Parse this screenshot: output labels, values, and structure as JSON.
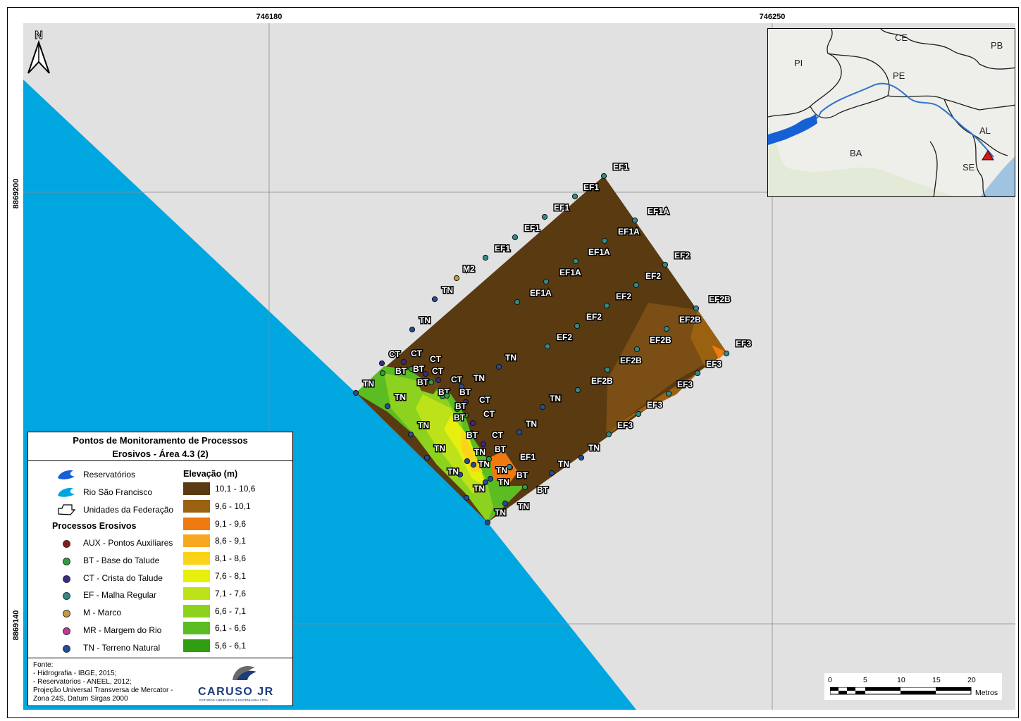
{
  "map": {
    "grid": {
      "x_labels": [
        "746180",
        "746250"
      ],
      "y_labels": [
        "8869200",
        "8869140"
      ]
    },
    "north_label": "N",
    "point_labels": {
      "EF1": "EF1",
      "EF1A": "EF1A",
      "EF2": "EF2",
      "EF2B": "EF2B",
      "EF3": "EF3",
      "TN": "TN",
      "CT": "CT",
      "BT": "BT",
      "M2": "M2"
    },
    "colors": {
      "river": "#00a6e0",
      "background": "#e1e1e1",
      "ef": "#2e8b8b",
      "tn": "#1f4e9c",
      "ct": "#3a2a8a",
      "bt": "#2f9e3f",
      "m": "#c89a3a"
    }
  },
  "legend": {
    "title_line1": "Pontos de Monitoramento de Processos",
    "title_line2": "Erosivos - Área 4.3 (2)",
    "reservatorios": "Reservatórios",
    "rio": "Rio São Francisco",
    "uf": "Unidades da Federação",
    "processos_title": "Processos Erosivos",
    "elevacao_title": "Elevação (m)",
    "points": [
      {
        "label": "AUX - Pontos Auxiliares",
        "color": "#8b1a1a"
      },
      {
        "label": "BT - Base do Talude",
        "color": "#2f9e3f"
      },
      {
        "label": "CT - Crista do Talude",
        "color": "#3a2a8a"
      },
      {
        "label": "EF - Malha Regular",
        "color": "#2e8b8b"
      },
      {
        "label": "M - Marco",
        "color": "#c89a3a"
      },
      {
        "label": "MR - Margem do Rio",
        "color": "#c0399a"
      },
      {
        "label": "TN - Terreno Natural",
        "color": "#1f4e9c"
      }
    ],
    "elevation": [
      {
        "label": "10,1 - 10,6",
        "color": "#5a3a10"
      },
      {
        "label": "9,6 - 10,1",
        "color": "#9a6210"
      },
      {
        "label": "9,1 - 9,6",
        "color": "#f07a10"
      },
      {
        "label": "8,6 - 9,1",
        "color": "#f7a820"
      },
      {
        "label": "8,1 - 8,6",
        "color": "#fbd41a"
      },
      {
        "label": "7,6 - 8,1",
        "color": "#e6f00c"
      },
      {
        "label": "7,1 - 7,6",
        "color": "#bde21a"
      },
      {
        "label": "6,6 - 7,1",
        "color": "#8dd21e"
      },
      {
        "label": "6,1 - 6,6",
        "color": "#5bbd22"
      },
      {
        "label": "5,6 - 6,1",
        "color": "#2f9e10"
      }
    ],
    "source": {
      "line1": "Fonte:",
      "line2": "- Hidrografia - IBGE, 2015;",
      "line3": "- Reservatorios - ANEEL, 2012;",
      "line4": "Projeção Universal Transversa de Mercator -",
      "line5": "Zona 24S, Datum Sirgas 2000"
    },
    "logo_name": "CARUSO JR",
    "logo_sub": "ESTUDOS AMBIENTAIS & ENGENHARIA LTDA"
  },
  "inset": {
    "states": [
      "CE",
      "PB",
      "PI",
      "PE",
      "AL",
      "BA",
      "SE"
    ]
  },
  "scale": {
    "ticks": [
      "0",
      "5",
      "10",
      "15",
      "20"
    ],
    "unit": "Metros"
  }
}
